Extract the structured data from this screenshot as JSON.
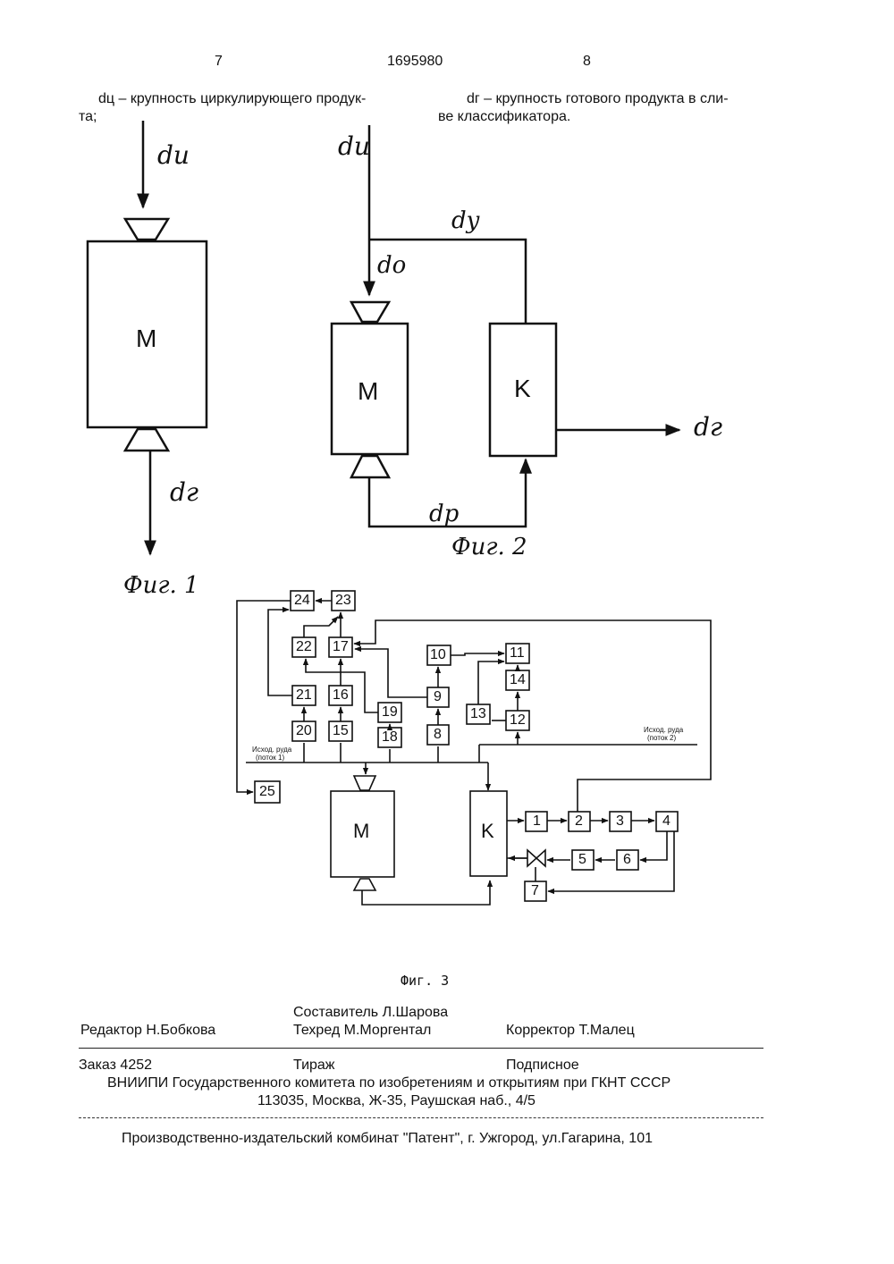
{
  "header": {
    "page_left": "7",
    "patent_number": "1695980",
    "page_right": "8"
  },
  "defs": {
    "left_line1": "dц – крупность циркулирующего продук-",
    "left_line2": "та;",
    "right_line1": "dг – крупность готового продукта в сли-",
    "right_line2": "ве классификатора."
  },
  "fig1": {
    "d_in": "dи",
    "mill": "M",
    "d_out": "dг",
    "caption": "Фиг. 1"
  },
  "fig2": {
    "d_in": "dи",
    "d_y": "dy",
    "d_o": "do",
    "mill": "M",
    "classifier": "K",
    "d_out": "dг",
    "d_p": "dp",
    "caption": "Фиг. 2"
  },
  "fig3": {
    "caption": "Фиг. 3",
    "mill": "M",
    "classifier": "K",
    "ore_stream_1": [
      "Исход. руда",
      "(поток 1)"
    ],
    "ore_stream_2": [
      "Исход. руда",
      "(поток 2)"
    ],
    "blocks": [
      "1",
      "2",
      "3",
      "4",
      "5",
      "6",
      "7",
      "8",
      "9",
      "10",
      "11",
      "12",
      "13",
      "14",
      "15",
      "16",
      "17",
      "18",
      "19",
      "20",
      "21",
      "22",
      "23",
      "24",
      "25"
    ]
  },
  "footer": {
    "editor": "Редактор  Н.Бобкова",
    "compiler": "Составитель  Л.Шарова",
    "techred": "Техред М.Моргентал",
    "corrector": "Корректор Т.Малец",
    "order": "Заказ  4252",
    "circulation": "Тираж",
    "subscription": "Подписное",
    "org1": "ВНИИПИ Государственного комитета по изобретениям и открытиям при ГКНТ СССР",
    "org2": "113035, Москва, Ж-35, Раушская наб., 4/5",
    "printer": "Производственно-издательский комбинат \"Патент\", г. Ужгород, ул.Гагарина, 101"
  }
}
